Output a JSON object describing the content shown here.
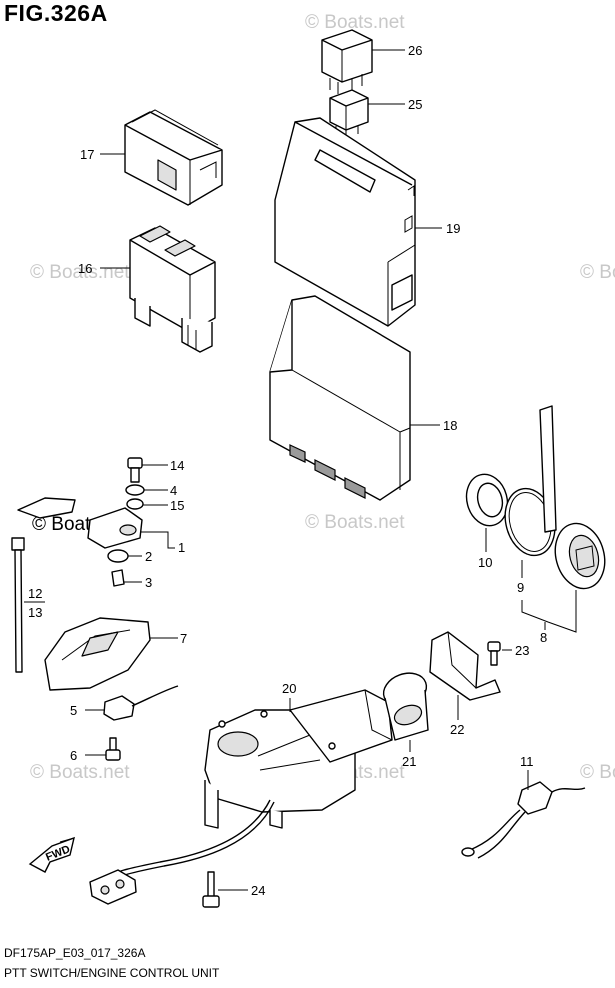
{
  "figure": {
    "title": "FIG.326A",
    "code": "DF175AP_E03_017_326A",
    "caption": "PTT SWITCH/ENGINE CONTROL UNIT"
  },
  "watermark": "© Boats.net",
  "direction_badge": {
    "label": "FWD",
    "icon": "arrow-icon"
  },
  "callouts": {
    "c1": "1",
    "c2": "2",
    "c3": "3",
    "c4": "4",
    "c5": "5",
    "c6": "6",
    "c7": "7",
    "c8": "8",
    "c9": "9",
    "c10": "10",
    "c11": "11",
    "c12": "12",
    "c13": "13",
    "c14": "14",
    "c15": "15",
    "c16": "16",
    "c17": "17",
    "c18": "18",
    "c19": "19",
    "c20": "20",
    "c21": "21",
    "c22": "22",
    "c23": "23",
    "c24": "24",
    "c25": "25",
    "c26": "26"
  }
}
